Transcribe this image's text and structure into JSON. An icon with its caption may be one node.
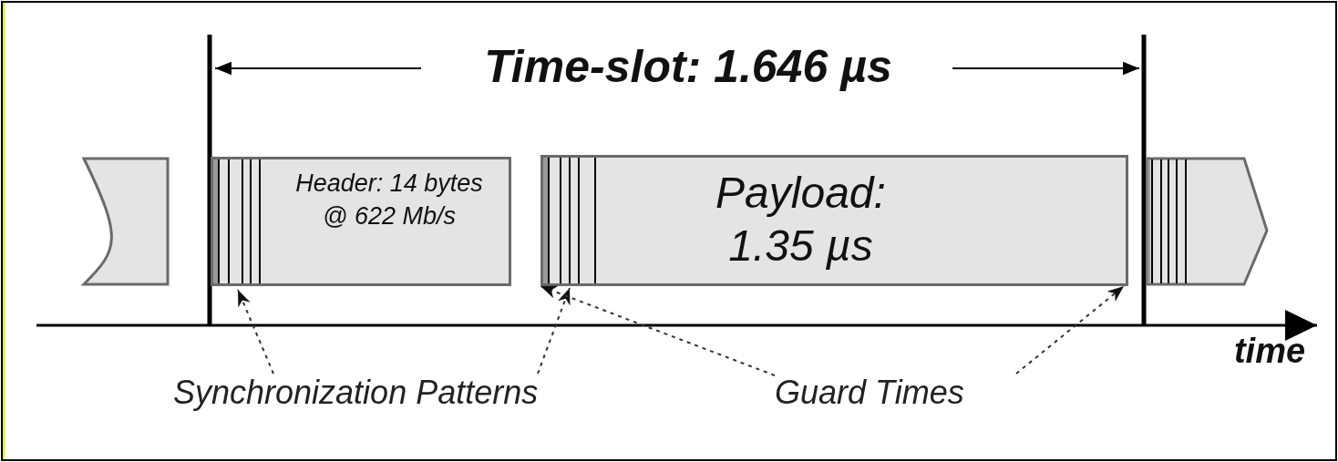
{
  "diagram": {
    "nodes": [
      {
        "text": [],
        "shape": "box"
      },
      {
        "text": [
          "Header: 14 bytes @ 622 Mb/s"
        ]
      },
      {
        "text": [
          "Payload: 1.35 µs"
        ]
      },
      {
        "text": [],
        "shape": "box"
      },
      {
        "text": [
          "Synchronization Patterns"
        ]
      },
      {
        "text": [
          "Guard Times"
        ]
      }
    ],
    "edges": [
      {
        "from": 4,
        "to": 1,
        "arrow": "to"
      },
      {
        "from": 4,
        "to": 2,
        "arrow": "to"
      },
      {
        "from": 5,
        "to": 2,
        "arrow": "to"
      },
      {
        "from": 5,
        "to": 2,
        "arrow": "to"
      }
    ],
    "labels": [
      "Time-slot: 1.646 µs",
      "time"
    ]
  }
}
